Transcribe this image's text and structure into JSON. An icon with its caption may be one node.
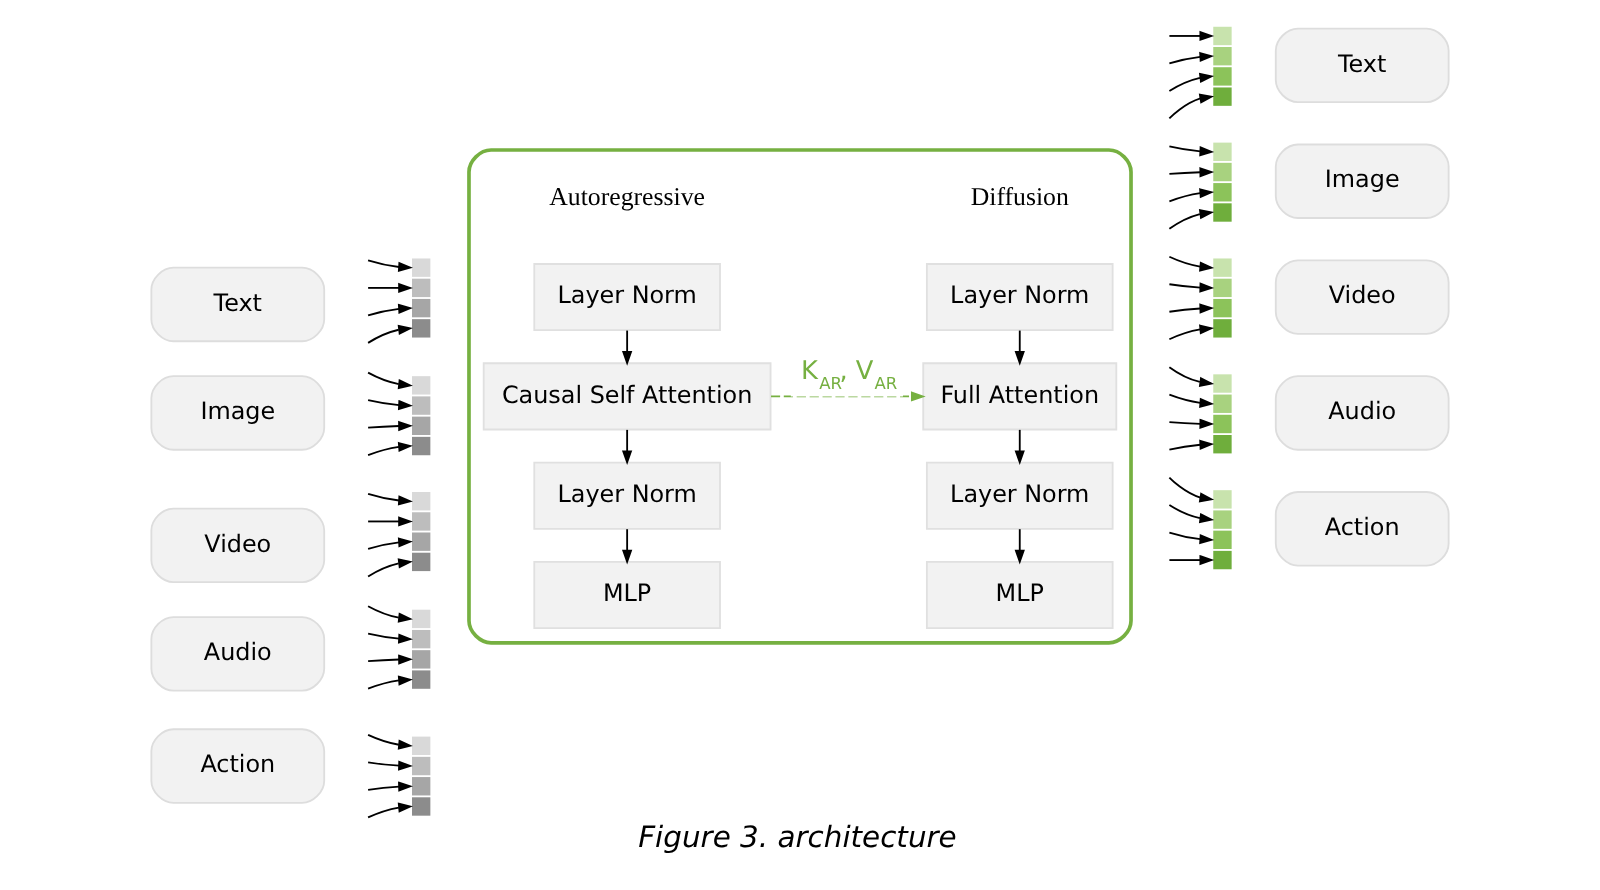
{
  "diagram": {
    "caption": "Figure 3. architecture",
    "nodes": [
      {
        "text": [
          "Text"
        ]
      },
      {
        "text": [
          "Image"
        ]
      },
      {
        "text": [
          "Video"
        ]
      },
      {
        "text": [
          "Audio"
        ]
      },
      {
        "text": [
          "Action"
        ]
      },
      {
        "text": [],
        "shape": "bar"
      },
      {
        "text": [],
        "shape": "bar"
      },
      {
        "text": [],
        "shape": "bar"
      },
      {
        "text": [],
        "shape": "bar"
      },
      {
        "text": [],
        "shape": "bar"
      },
      {
        "text": [],
        "shape": "box"
      },
      {
        "text": [
          "Layer Norm"
        ],
        "in": 10
      },
      {
        "text": [
          "Causal Self Attention"
        ],
        "in": 10
      },
      {
        "text": [
          "Layer Norm"
        ],
        "in": 10
      },
      {
        "text": [
          "MLP"
        ],
        "in": 10
      },
      {
        "text": [
          "Layer Norm"
        ],
        "in": 10
      },
      {
        "text": [
          "Full Attention"
        ],
        "in": 10
      },
      {
        "text": [
          "Layer Norm"
        ],
        "in": 10
      },
      {
        "text": [
          "MLP"
        ],
        "in": 10
      },
      {
        "text": [],
        "shape": "bar"
      },
      {
        "text": [],
        "shape": "bar"
      },
      {
        "text": [],
        "shape": "bar"
      },
      {
        "text": [],
        "shape": "bar"
      },
      {
        "text": [],
        "shape": "bar"
      },
      {
        "text": [
          "Text"
        ]
      },
      {
        "text": [
          "Image"
        ]
      },
      {
        "text": [
          "Video"
        ]
      },
      {
        "text": [
          "Audio"
        ]
      },
      {
        "text": [
          "Action"
        ]
      }
    ],
    "edges": [
      {
        "from": null,
        "to": 5,
        "arrow": "to"
      },
      {
        "from": null,
        "to": 5,
        "arrow": "to"
      },
      {
        "from": null,
        "to": 5,
        "arrow": "to"
      },
      {
        "from": null,
        "to": 5,
        "arrow": "to"
      },
      {
        "from": null,
        "to": 6,
        "arrow": "to"
      },
      {
        "from": null,
        "to": 6,
        "arrow": "to"
      },
      {
        "from": null,
        "to": 6,
        "arrow": "to"
      },
      {
        "from": null,
        "to": 6,
        "arrow": "to"
      },
      {
        "from": null,
        "to": 7,
        "arrow": "to"
      },
      {
        "from": null,
        "to": 7,
        "arrow": "to"
      },
      {
        "from": null,
        "to": 7,
        "arrow": "to"
      },
      {
        "from": null,
        "to": 7,
        "arrow": "to"
      },
      {
        "from": null,
        "to": 8,
        "arrow": "to"
      },
      {
        "from": null,
        "to": 8,
        "arrow": "to"
      },
      {
        "from": null,
        "to": 8,
        "arrow": "to"
      },
      {
        "from": null,
        "to": 8,
        "arrow": "to"
      },
      {
        "from": null,
        "to": 9,
        "arrow": "to"
      },
      {
        "from": null,
        "to": 9,
        "arrow": "to"
      },
      {
        "from": null,
        "to": 9,
        "arrow": "to"
      },
      {
        "from": null,
        "to": 9,
        "arrow": "to"
      },
      {
        "from": 11,
        "to": 12,
        "arrow": "to"
      },
      {
        "from": 12,
        "to": 13,
        "arrow": "to"
      },
      {
        "from": 13,
        "to": 14,
        "arrow": "to"
      },
      {
        "from": 15,
        "to": 16,
        "arrow": "to"
      },
      {
        "from": 16,
        "to": 17,
        "arrow": "to"
      },
      {
        "from": 17,
        "to": 18,
        "arrow": "to"
      },
      {
        "from": 12,
        "to": 16,
        "arrow": "to",
        "label": "K$_{AR}$, V$_{AR}$",
        "style": "dashed",
        "color": "#76b041"
      },
      {
        "from": null,
        "to": 19,
        "arrow": "to"
      },
      {
        "from": null,
        "to": 19,
        "arrow": "to"
      },
      {
        "from": null,
        "to": 19,
        "arrow": "to"
      },
      {
        "from": null,
        "to": 19,
        "arrow": "to"
      },
      {
        "from": null,
        "to": 20,
        "arrow": "to"
      },
      {
        "from": null,
        "to": 20,
        "arrow": "to"
      },
      {
        "from": null,
        "to": 20,
        "arrow": "to"
      },
      {
        "from": null,
        "to": 20,
        "arrow": "to"
      },
      {
        "from": null,
        "to": 21,
        "arrow": "to"
      },
      {
        "from": null,
        "to": 21,
        "arrow": "to"
      },
      {
        "from": null,
        "to": 21,
        "arrow": "to"
      },
      {
        "from": null,
        "to": 21,
        "arrow": "to"
      },
      {
        "from": null,
        "to": 22,
        "arrow": "to"
      },
      {
        "from": null,
        "to": 22,
        "arrow": "to"
      },
      {
        "from": null,
        "to": 22,
        "arrow": "to"
      },
      {
        "from": null,
        "to": 22,
        "arrow": "to"
      },
      {
        "from": null,
        "to": 23,
        "arrow": "to"
      },
      {
        "from": null,
        "to": 23,
        "arrow": "to"
      },
      {
        "from": null,
        "to": 23,
        "arrow": "to"
      },
      {
        "from": null,
        "to": 23,
        "arrow": "to"
      }
    ],
    "labels": [
      "Autoregressive",
      "Diffusion"
    ]
  }
}
